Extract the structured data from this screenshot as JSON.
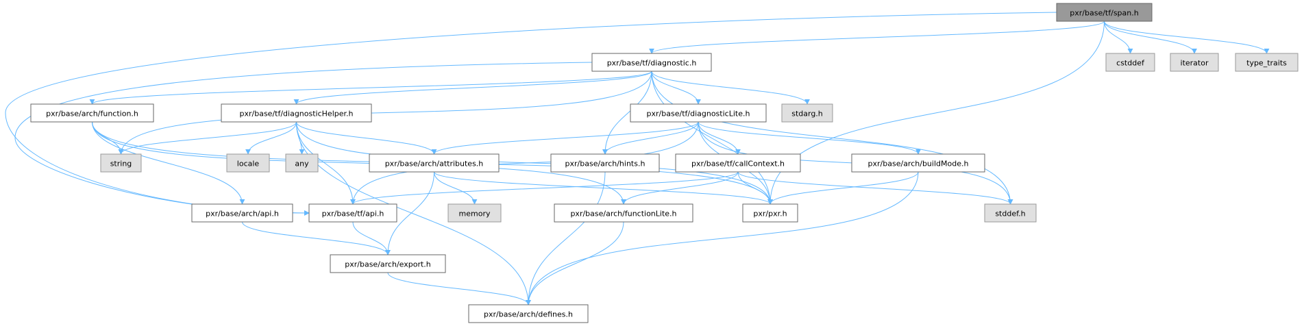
{
  "graph": {
    "edge_color": "#63b8ff",
    "nodes": {
      "span": {
        "label": "pxr/base/tf/span.h",
        "kind": "root"
      },
      "diagnostic": {
        "label": "pxr/base/tf/diagnostic.h",
        "kind": "int"
      },
      "cstddef": {
        "label": "cstddef",
        "kind": "ext"
      },
      "iterator": {
        "label": "iterator",
        "kind": "ext"
      },
      "type_traits": {
        "label": "type_traits",
        "kind": "ext"
      },
      "function": {
        "label": "pxr/base/arch/function.h",
        "kind": "int"
      },
      "diagnosticHelper": {
        "label": "pxr/base/tf/diagnosticHelper.h",
        "kind": "int"
      },
      "diagnosticLite": {
        "label": "pxr/base/tf/diagnosticLite.h",
        "kind": "int"
      },
      "stdarg": {
        "label": "stdarg.h",
        "kind": "ext"
      },
      "string": {
        "label": "string",
        "kind": "ext"
      },
      "locale": {
        "label": "locale",
        "kind": "ext"
      },
      "any": {
        "label": "any",
        "kind": "ext"
      },
      "attributes": {
        "label": "pxr/base/arch/attributes.h",
        "kind": "int"
      },
      "hints": {
        "label": "pxr/base/arch/hints.h",
        "kind": "int"
      },
      "callContext": {
        "label": "pxr/base/tf/callContext.h",
        "kind": "int"
      },
      "buildMode": {
        "label": "pxr/base/arch/buildMode.h",
        "kind": "int"
      },
      "archApi": {
        "label": "pxr/base/arch/api.h",
        "kind": "int"
      },
      "tfApi": {
        "label": "pxr/base/tf/api.h",
        "kind": "int"
      },
      "memory": {
        "label": "memory",
        "kind": "ext"
      },
      "functionLite": {
        "label": "pxr/base/arch/functionLite.h",
        "kind": "int"
      },
      "pxr": {
        "label": "pxr/pxr.h",
        "kind": "int"
      },
      "stddef": {
        "label": "stddef.h",
        "kind": "ext"
      },
      "export": {
        "label": "pxr/base/arch/export.h",
        "kind": "int"
      },
      "defines": {
        "label": "pxr/base/arch/defines.h",
        "kind": "int"
      }
    },
    "edges": [
      [
        "span",
        "diagnostic"
      ],
      [
        "span",
        "tfApi"
      ],
      [
        "span",
        "pxr"
      ],
      [
        "span",
        "cstddef"
      ],
      [
        "span",
        "iterator"
      ],
      [
        "span",
        "type_traits"
      ],
      [
        "diagnostic",
        "function"
      ],
      [
        "diagnostic",
        "diagnosticHelper"
      ],
      [
        "diagnostic",
        "string"
      ],
      [
        "diagnostic",
        "tfApi"
      ],
      [
        "diagnostic",
        "hints"
      ],
      [
        "diagnostic",
        "diagnosticLite"
      ],
      [
        "diagnostic",
        "stdarg"
      ],
      [
        "diagnostic",
        "pxr"
      ],
      [
        "diagnostic",
        "stddef"
      ],
      [
        "function",
        "string"
      ],
      [
        "function",
        "archApi"
      ],
      [
        "function",
        "pxr"
      ],
      [
        "function",
        "functionLite"
      ],
      [
        "diagnosticHelper",
        "string"
      ],
      [
        "diagnosticHelper",
        "locale"
      ],
      [
        "diagnosticHelper",
        "any"
      ],
      [
        "diagnosticHelper",
        "attributes"
      ],
      [
        "diagnosticHelper",
        "tfApi"
      ],
      [
        "diagnosticHelper",
        "defines"
      ],
      [
        "diagnosticHelper",
        "pxr"
      ],
      [
        "diagnosticLite",
        "tfApi"
      ],
      [
        "diagnosticLite",
        "attributes"
      ],
      [
        "diagnosticLite",
        "hints"
      ],
      [
        "diagnosticLite",
        "callContext"
      ],
      [
        "diagnosticLite",
        "buildMode"
      ],
      [
        "diagnosticLite",
        "pxr"
      ],
      [
        "diagnosticLite",
        "stddef"
      ],
      [
        "attributes",
        "memory"
      ],
      [
        "attributes",
        "export"
      ],
      [
        "attributes",
        "pxr"
      ],
      [
        "hints",
        "defines"
      ],
      [
        "callContext",
        "tfApi"
      ],
      [
        "callContext",
        "functionLite"
      ],
      [
        "callContext",
        "pxr"
      ],
      [
        "callContext",
        "stddef"
      ],
      [
        "buildMode",
        "pxr"
      ],
      [
        "buildMode",
        "defines"
      ],
      [
        "archApi",
        "export"
      ],
      [
        "tfApi",
        "export"
      ],
      [
        "export",
        "defines"
      ],
      [
        "functionLite",
        "defines"
      ]
    ]
  }
}
